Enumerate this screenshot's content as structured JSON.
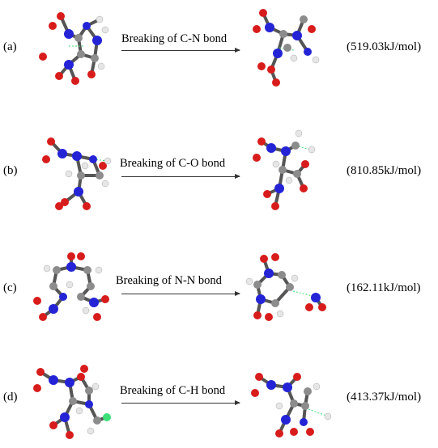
{
  "reactions": [
    {
      "label": "(a)",
      "description": "Breaking of C-N bond",
      "energy": "(519.03kJ/mol)"
    },
    {
      "label": "(b)",
      "description": "Breaking of C-O bond",
      "energy": "(810.85kJ/mol)"
    },
    {
      "label": "(c)",
      "description": "Breaking of N-N bond",
      "energy": "(162.11kJ/mol)"
    },
    {
      "label": "(d)",
      "description": "Breaking of C-H bond",
      "energy": "(413.37kJ/mol)"
    }
  ],
  "atom_colors": {
    "nitrogen": "#2424d6",
    "oxygen": "#d81c1c",
    "carbon": "#8c8c8c",
    "hydrogen": "#e6e6e6",
    "bond_line": "#3ddf78"
  }
}
